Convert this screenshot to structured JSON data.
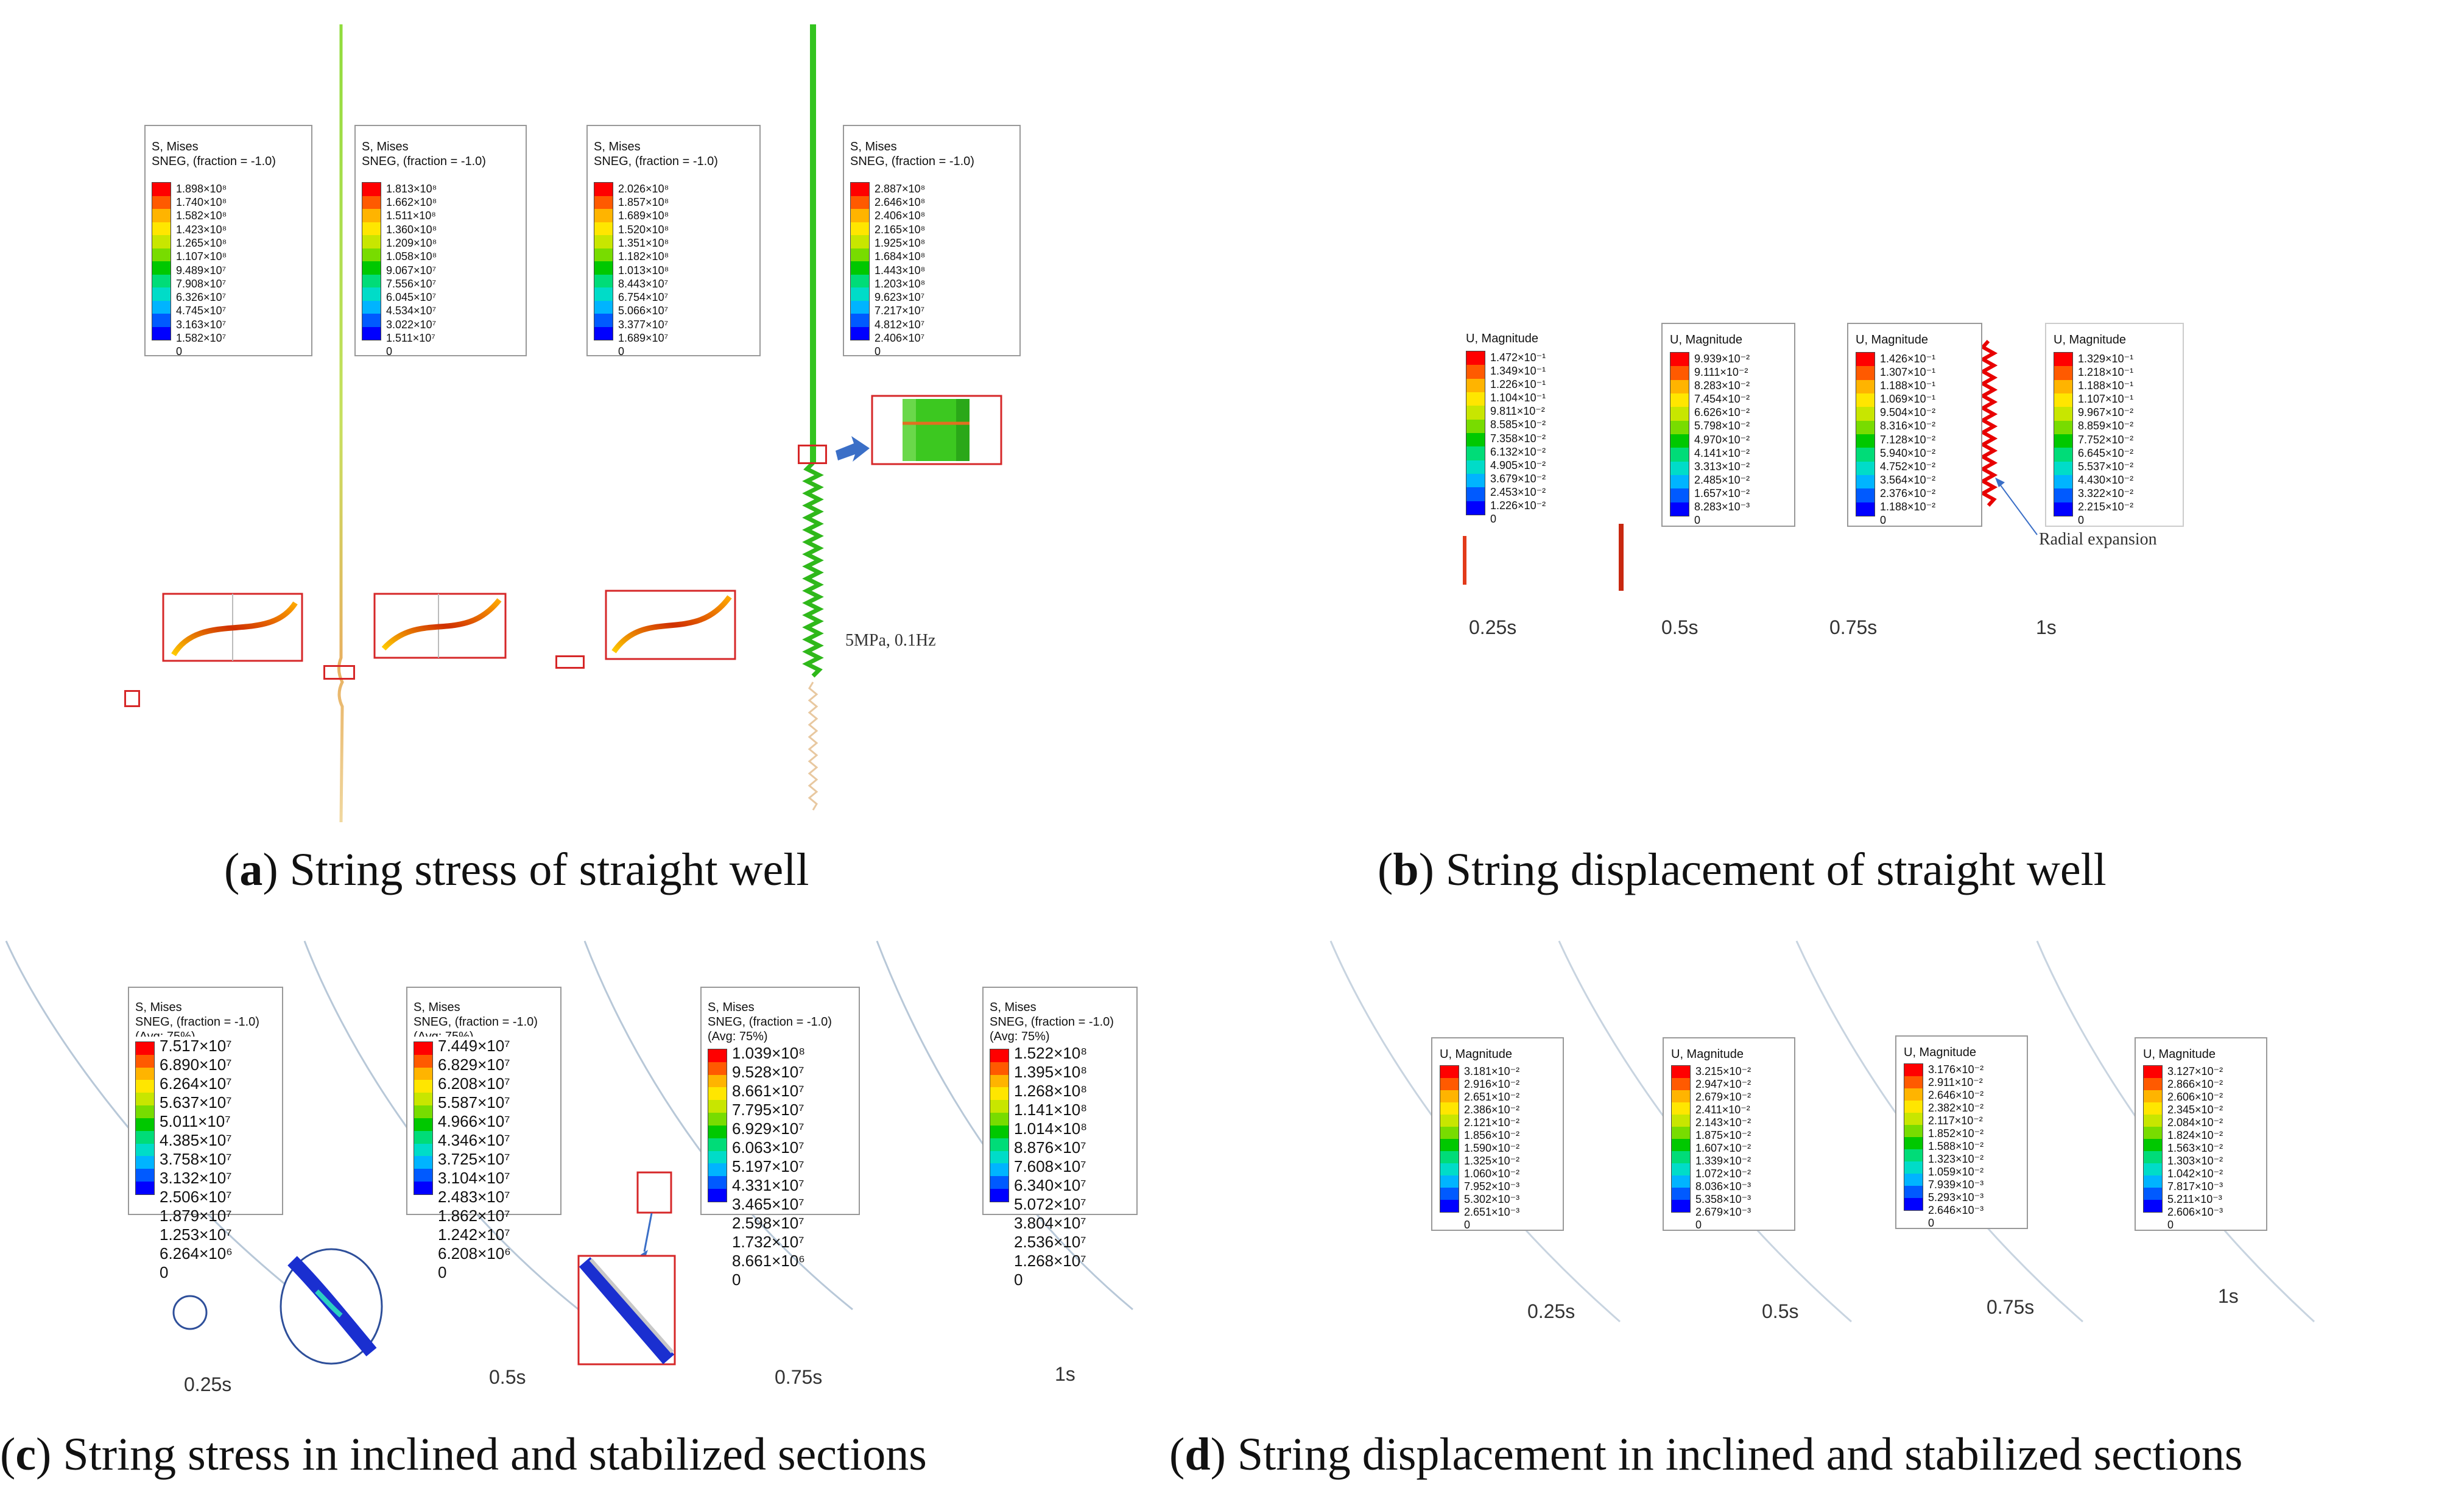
{
  "captions": {
    "a_letter": "a",
    "a_text": "String stress of straight well",
    "b_letter": "b",
    "b_text": "String displacement of straight well",
    "c_letter": "c",
    "c_text": "String stress in inclined and stabilized sections",
    "d_letter": "d",
    "d_text": "String displacement in inclined and stabilized sections"
  },
  "colors": {
    "contour_scale": [
      "#ff0000",
      "#ff5a00",
      "#ffb400",
      "#ffe600",
      "#c8e600",
      "#78dc00",
      "#00c800",
      "#00dc78",
      "#00dcc8",
      "#00b4ff",
      "#005aff",
      "#0000ff"
    ],
    "marker_red": "#d62728",
    "arrow_blue": "#3b6fc7"
  },
  "panel_a": {
    "condition_note": "5MPa, 0.1Hz",
    "legends": [
      {
        "title": "S, Mises",
        "subtitle": "SNEG, (fraction = -1.0)",
        "values": [
          "1.898×10⁸",
          "1.740×10⁸",
          "1.582×10⁸",
          "1.423×10⁸",
          "1.265×10⁸",
          "1.107×10⁸",
          "9.489×10⁷",
          "7.908×10⁷",
          "6.326×10⁷",
          "4.745×10⁷",
          "3.163×10⁷",
          "1.582×10⁷",
          "0"
        ]
      },
      {
        "title": "S, Mises",
        "subtitle": "SNEG, (fraction = -1.0)",
        "values": [
          "1.813×10⁸",
          "1.662×10⁸",
          "1.511×10⁸",
          "1.360×10⁸",
          "1.209×10⁸",
          "1.058×10⁸",
          "9.067×10⁷",
          "7.556×10⁷",
          "6.045×10⁷",
          "4.534×10⁷",
          "3.022×10⁷",
          "1.511×10⁷",
          "0"
        ]
      },
      {
        "title": "S, Mises",
        "subtitle": "SNEG, (fraction = -1.0)",
        "values": [
          "2.026×10⁸",
          "1.857×10⁸",
          "1.689×10⁸",
          "1.520×10⁸",
          "1.351×10⁸",
          "1.182×10⁸",
          "1.013×10⁸",
          "8.443×10⁷",
          "6.754×10⁷",
          "5.066×10⁷",
          "3.377×10⁷",
          "1.689×10⁷",
          "0"
        ]
      },
      {
        "title": "S, Mises",
        "subtitle": "SNEG, (fraction = -1.0)",
        "values": [
          "2.887×10⁸",
          "2.646×10⁸",
          "2.406×10⁸",
          "2.165×10⁸",
          "1.925×10⁸",
          "1.684×10⁸",
          "1.443×10⁸",
          "1.203×10⁸",
          "9.623×10⁷",
          "7.217×10⁷",
          "4.812×10⁷",
          "2.406×10⁷",
          "0"
        ]
      }
    ]
  },
  "panel_b": {
    "times": [
      "0.25s",
      "0.5s",
      "0.75s",
      "1s"
    ],
    "annotation": "Radial expansion",
    "legends": [
      {
        "title": "U, Magnitude",
        "values": [
          "1.472×10⁻¹",
          "1.349×10⁻¹",
          "1.226×10⁻¹",
          "1.104×10⁻¹",
          "9.811×10⁻²",
          "8.585×10⁻²",
          "7.358×10⁻²",
          "6.132×10⁻²",
          "4.905×10⁻²",
          "3.679×10⁻²",
          "2.453×10⁻²",
          "1.226×10⁻²",
          "0"
        ]
      },
      {
        "title": "U, Magnitude",
        "values": [
          "9.939×10⁻²",
          "9.111×10⁻²",
          "8.283×10⁻²",
          "7.454×10⁻²",
          "6.626×10⁻²",
          "5.798×10⁻²",
          "4.970×10⁻²",
          "4.141×10⁻²",
          "3.313×10⁻²",
          "2.485×10⁻²",
          "1.657×10⁻²",
          "8.283×10⁻³",
          "0"
        ]
      },
      {
        "title": "U, Magnitude",
        "values": [
          "1.426×10⁻¹",
          "1.307×10⁻¹",
          "1.188×10⁻¹",
          "1.069×10⁻¹",
          "9.504×10⁻²",
          "8.316×10⁻²",
          "7.128×10⁻²",
          "5.940×10⁻²",
          "4.752×10⁻²",
          "3.564×10⁻²",
          "2.376×10⁻²",
          "1.188×10⁻²",
          "0"
        ]
      },
      {
        "title": "U, Magnitude",
        "values": [
          "1.329×10⁻¹",
          "1.218×10⁻¹",
          "1.188×10⁻¹",
          "1.107×10⁻¹",
          "9.967×10⁻²",
          "8.859×10⁻²",
          "7.752×10⁻²",
          "6.645×10⁻²",
          "5.537×10⁻²",
          "4.430×10⁻²",
          "3.322×10⁻²",
          "2.215×10⁻²",
          "0"
        ]
      }
    ]
  },
  "panel_c": {
    "times": [
      "0.25s",
      "0.5s",
      "0.75s",
      "1s"
    ],
    "legends": [
      {
        "title": "S, Mises",
        "subtitle": "SNEG, (fraction = -1.0)",
        "avg": "(Avg: 75%)",
        "values": [
          "7.517×10⁷",
          "6.890×10⁷",
          "6.264×10⁷",
          "5.637×10⁷",
          "5.011×10⁷",
          "4.385×10⁷",
          "3.758×10⁷",
          "3.132×10⁷",
          "2.506×10⁷",
          "1.879×10⁷",
          "1.253×10⁷",
          "6.264×10⁶",
          "0"
        ]
      },
      {
        "title": "S, Mises",
        "subtitle": "SNEG, (fraction = -1.0)",
        "avg": "(Avg: 75%)",
        "values": [
          "7.449×10⁷",
          "6.829×10⁷",
          "6.208×10⁷",
          "5.587×10⁷",
          "4.966×10⁷",
          "4.346×10⁷",
          "3.725×10⁷",
          "3.104×10⁷",
          "2.483×10⁷",
          "1.862×10⁷",
          "1.242×10⁷",
          "6.208×10⁶",
          "0"
        ]
      },
      {
        "title": "S, Mises",
        "subtitle": "SNEG, (fraction = -1.0)",
        "avg": "(Avg: 75%)",
        "values": [
          "1.039×10⁸",
          "9.528×10⁷",
          "8.661×10⁷",
          "7.795×10⁷",
          "6.929×10⁷",
          "6.063×10⁷",
          "5.197×10⁷",
          "4.331×10⁷",
          "3.465×10⁷",
          "2.598×10⁷",
          "1.732×10⁷",
          "8.661×10⁶",
          "0"
        ]
      },
      {
        "title": "S, Mises",
        "subtitle": "SNEG, (fraction = -1.0)",
        "avg": "(Avg: 75%)",
        "values": [
          "1.522×10⁸",
          "1.395×10⁸",
          "1.268×10⁸",
          "1.141×10⁸",
          "1.014×10⁸",
          "8.876×10⁷",
          "7.608×10⁷",
          "6.340×10⁷",
          "5.072×10⁷",
          "3.804×10⁷",
          "2.536×10⁷",
          "1.268×10⁷",
          "0"
        ]
      }
    ]
  },
  "panel_d": {
    "times": [
      "0.25s",
      "0.5s",
      "0.75s",
      "1s"
    ],
    "legends": [
      {
        "title": "U, Magnitude",
        "values": [
          "3.181×10⁻²",
          "2.916×10⁻²",
          "2.651×10⁻²",
          "2.386×10⁻²",
          "2.121×10⁻²",
          "1.856×10⁻²",
          "1.590×10⁻²",
          "1.325×10⁻²",
          "1.060×10⁻²",
          "7.952×10⁻³",
          "5.302×10⁻³",
          "2.651×10⁻³",
          "0"
        ]
      },
      {
        "title": "U, Magnitude",
        "values": [
          "3.215×10⁻²",
          "2.947×10⁻²",
          "2.679×10⁻²",
          "2.411×10⁻²",
          "2.143×10⁻²",
          "1.875×10⁻²",
          "1.607×10⁻²",
          "1.339×10⁻²",
          "1.072×10⁻²",
          "8.036×10⁻³",
          "5.358×10⁻³",
          "2.679×10⁻³",
          "0"
        ]
      },
      {
        "title": "U, Magnitude",
        "values": [
          "3.176×10⁻²",
          "2.911×10⁻²",
          "2.646×10⁻²",
          "2.382×10⁻²",
          "2.117×10⁻²",
          "1.852×10⁻²",
          "1.588×10⁻²",
          "1.323×10⁻²",
          "1.059×10⁻²",
          "7.939×10⁻³",
          "5.293×10⁻³",
          "2.646×10⁻³",
          "0"
        ]
      },
      {
        "title": "U, Magnitude",
        "values": [
          "3.127×10⁻²",
          "2.866×10⁻²",
          "2.606×10⁻²",
          "2.345×10⁻²",
          "2.084×10⁻²",
          "1.824×10⁻²",
          "1.563×10⁻²",
          "1.303×10⁻²",
          "1.042×10⁻²",
          "7.817×10⁻³",
          "5.211×10⁻³",
          "2.606×10⁻³",
          "0"
        ]
      }
    ]
  }
}
